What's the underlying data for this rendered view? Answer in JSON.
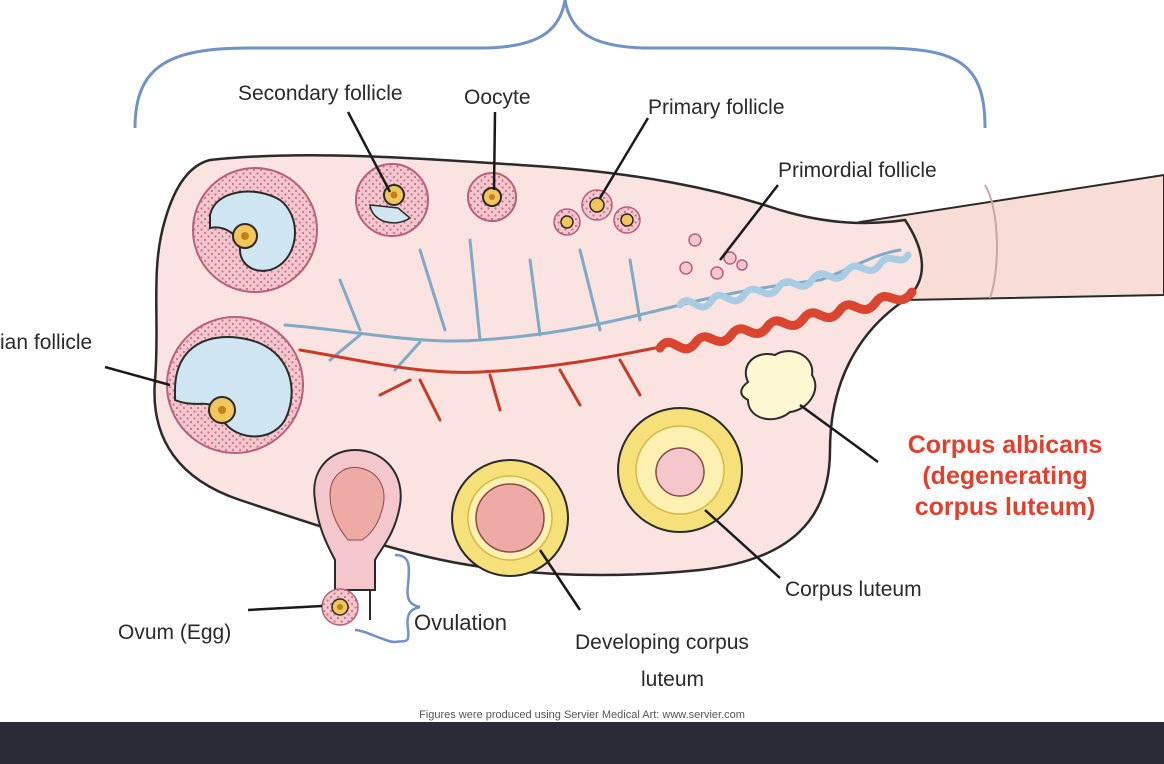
{
  "labels": {
    "secondary_follicle": "Secondary follicle",
    "oocyte": "Oocyte",
    "primary_follicle": "Primary follicle",
    "primordial_follicle": "Primordial follicle",
    "graafian_follicle": "ian follicle",
    "ovum": "Ovum (Egg)",
    "ovulation": "Ovulation",
    "developing_corpus_luteum_1": "Developing corpus",
    "developing_corpus_luteum_2": "luteum",
    "corpus_luteum": "Corpus luteum",
    "corpus_albicans_1": "Corpus albicans",
    "corpus_albicans_2": "(degenerating",
    "corpus_albicans_3": "corpus luteum)"
  },
  "credit": "Figures were produced using Servier Medical Art: www.servier.com",
  "colors": {
    "ovary_fill": "#fbe3e1",
    "ovary_stroke": "#2a2a2a",
    "bracket": "#6f93c6",
    "artery": "#d9452e",
    "vein": "#a8cde3",
    "follicle_cells": "#f4c7cd",
    "antrum": "#cfe6f2",
    "oocyte": "#f2c65a",
    "corpus_luteum": "#f6e07a",
    "corpus_albicans": "#fdf7d2",
    "highlight_text": "#e0402d",
    "bottom_bar": "#2b2b38"
  }
}
